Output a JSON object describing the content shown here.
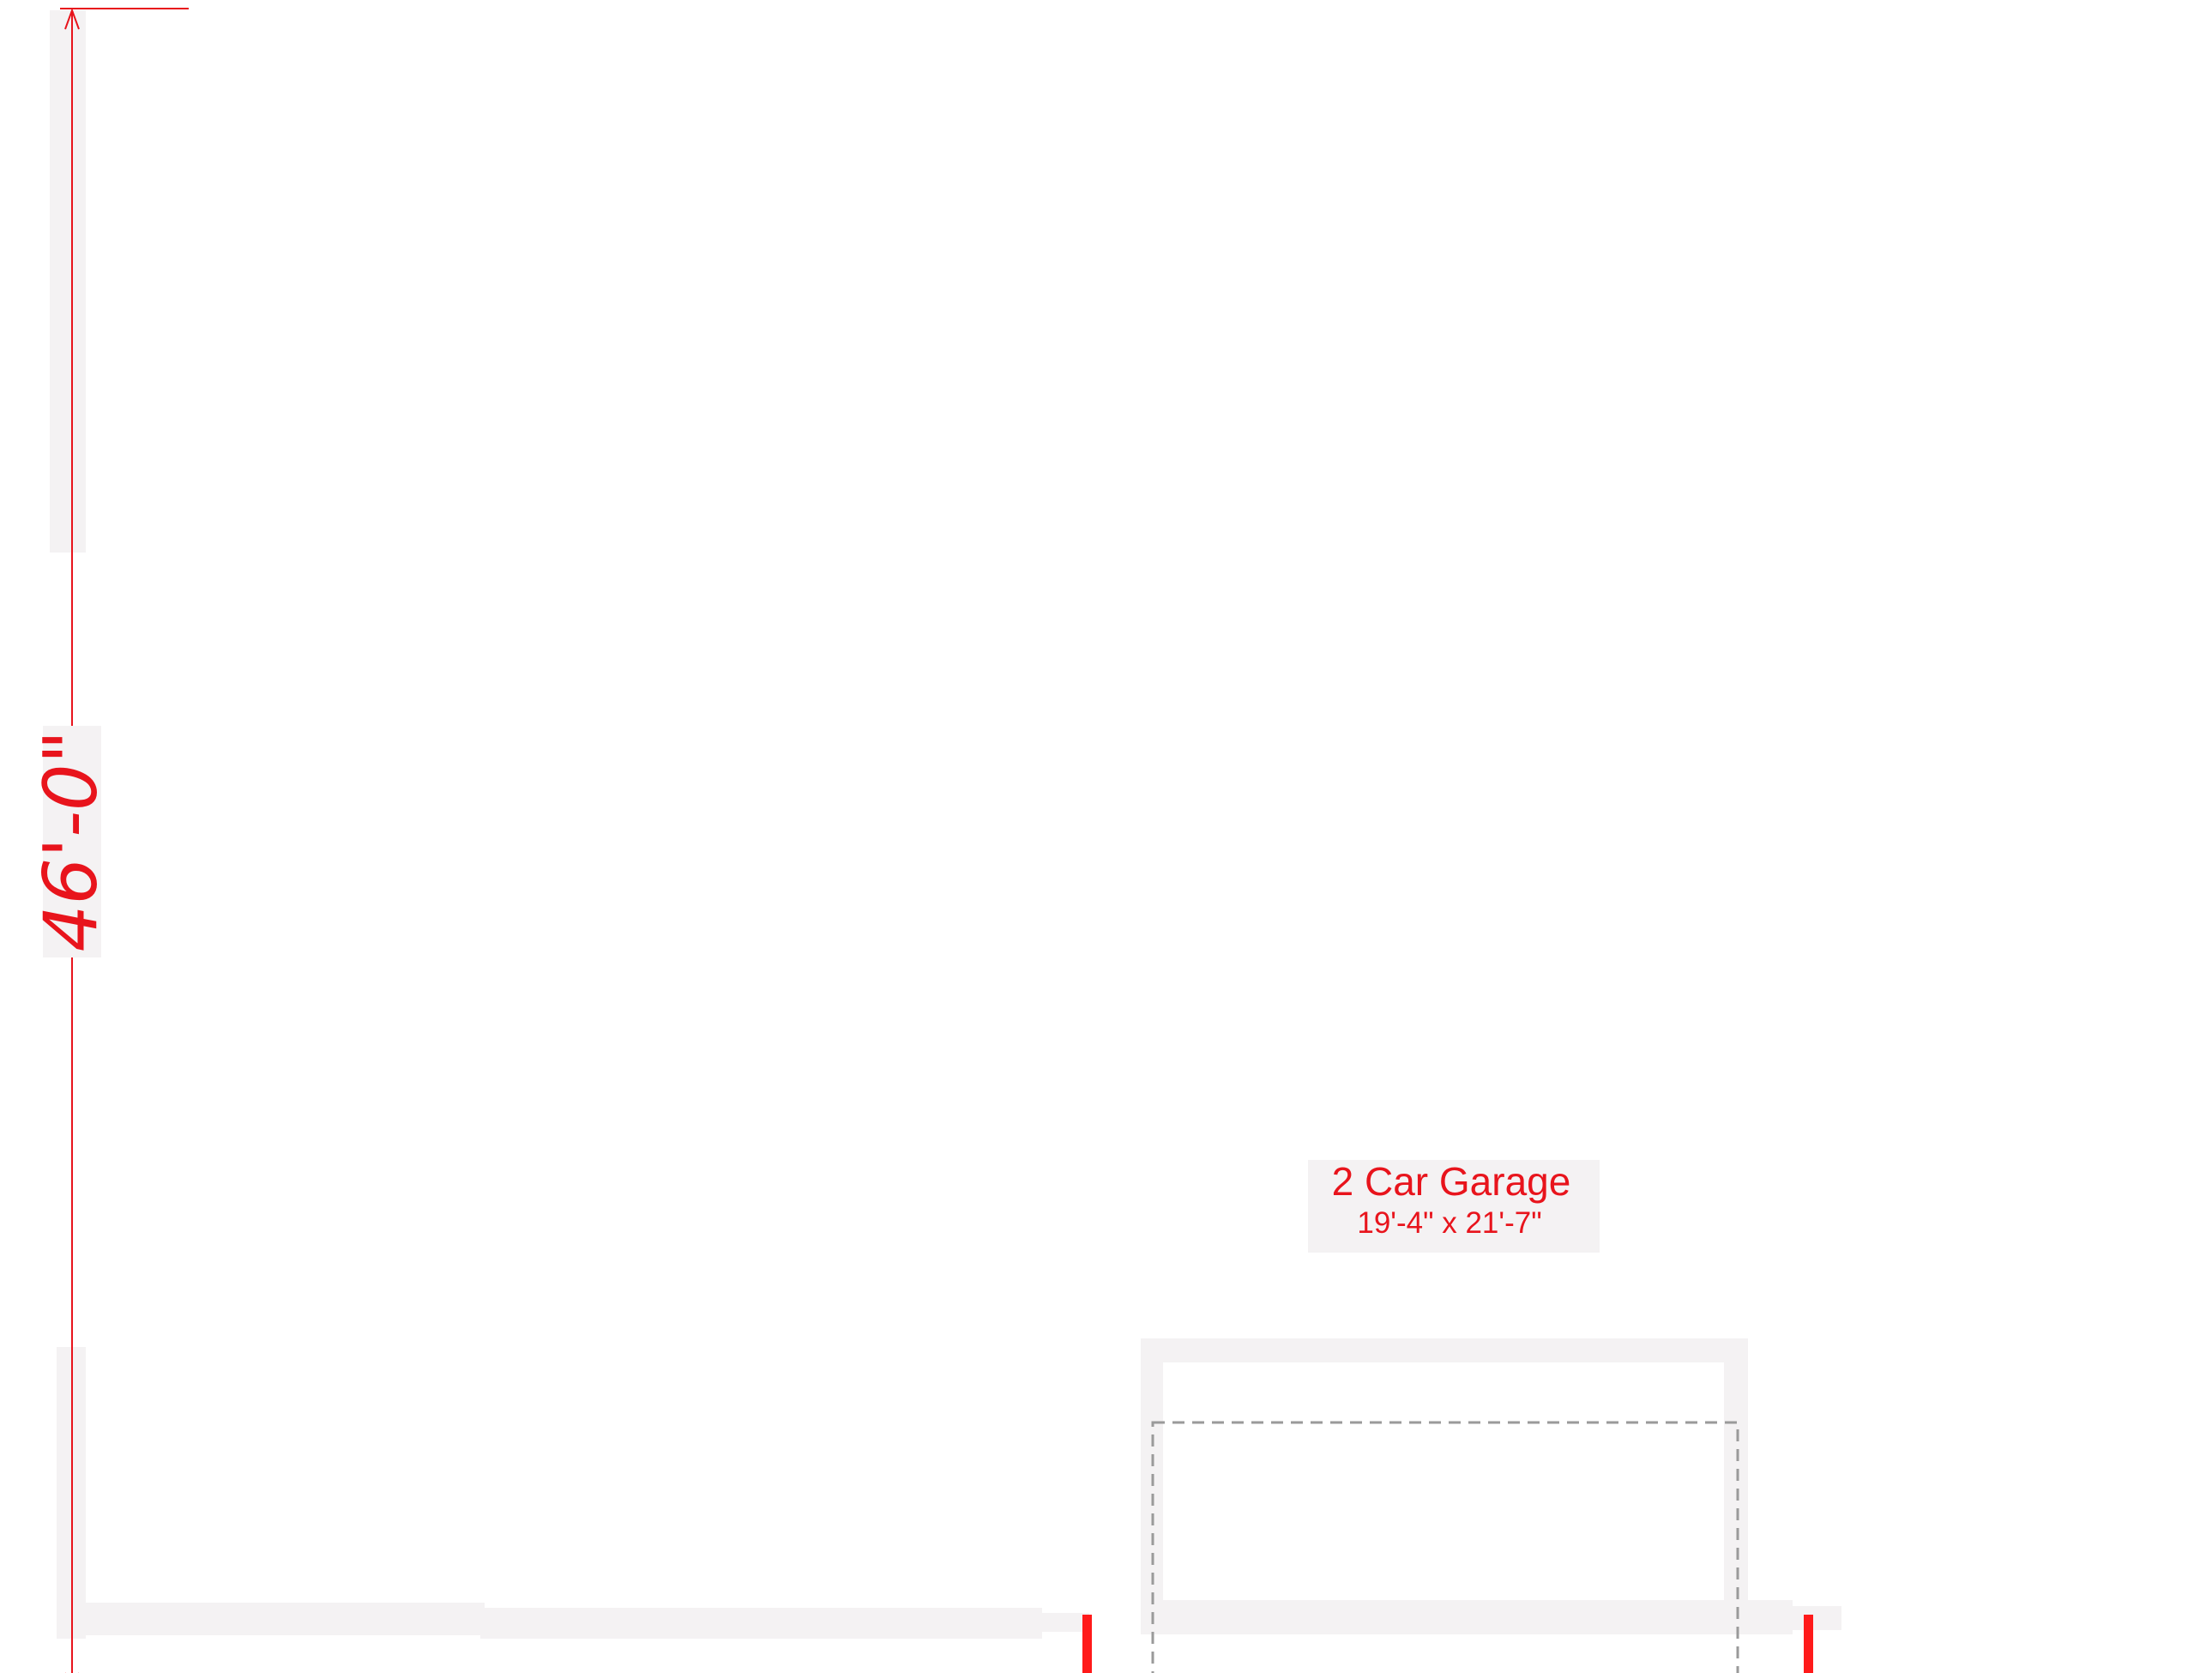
{
  "plan": {
    "overall_dimension": "46'-0\"",
    "room": {
      "name": "2 Car Garage",
      "size": "19'-4\" x 21'-7\""
    }
  },
  "colors": {
    "dimension_line": "#e8141c",
    "wall_fill": "#f4f2f3",
    "wall_outline": "#ff1a1a",
    "garage_door_dash": "#9a9a9a",
    "label_background": "#f4f2f3"
  }
}
